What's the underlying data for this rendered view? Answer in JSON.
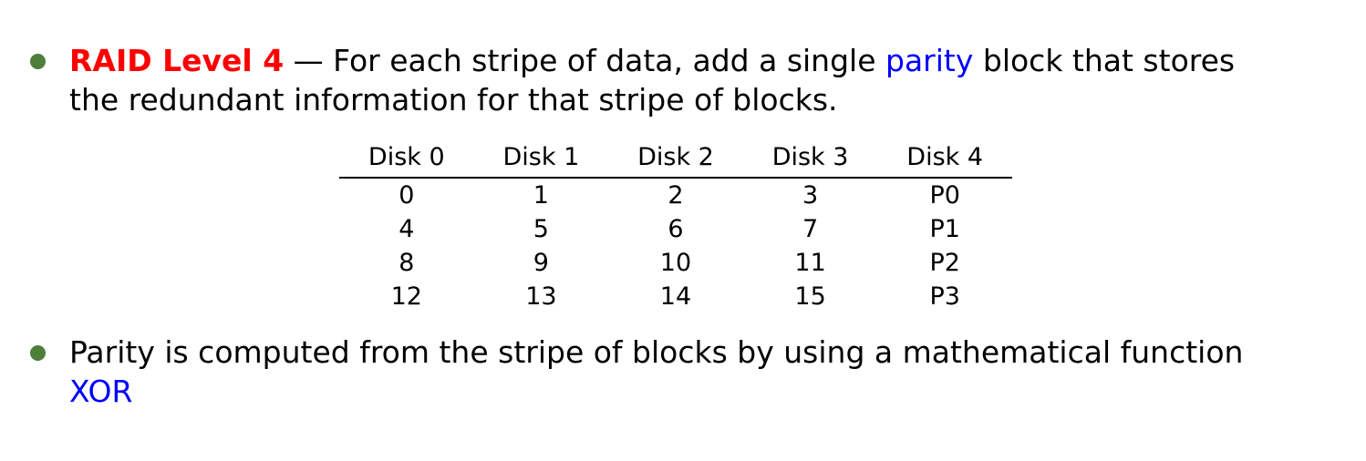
{
  "bullets": [
    {
      "highlight": "RAID Level 4",
      "text_before_link": " — For each stripe of data, add a single ",
      "link": "parity",
      "text_after_link": " block that stores the redundant information for that stripe of blocks."
    },
    {
      "text": "Parity is computed from the stripe of blocks by using a mathematical function ",
      "link": "XOR"
    }
  ],
  "table": {
    "headers": [
      "Disk 0",
      "Disk 1",
      "Disk 2",
      "Disk 3",
      "Disk 4"
    ],
    "rows": [
      [
        "0",
        "1",
        "2",
        "3",
        "P0"
      ],
      [
        "4",
        "5",
        "6",
        "7",
        "P1"
      ],
      [
        "8",
        "9",
        "10",
        "11",
        "P2"
      ],
      [
        "12",
        "13",
        "14",
        "15",
        "P3"
      ]
    ]
  },
  "colors": {
    "highlight": "#ff0000",
    "link": "#0000ff",
    "bullet": "#4f7d3a"
  }
}
